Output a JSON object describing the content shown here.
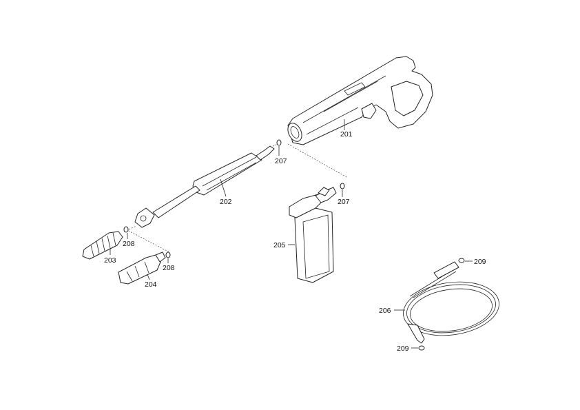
{
  "labels": {
    "l201": "201",
    "l202": "202",
    "l203": "203",
    "l204": "204",
    "l205": "205",
    "l206": "206",
    "l207a": "207",
    "l207b": "207",
    "l208a": "208",
    "l208b": "208",
    "l209a": "209",
    "l209b": "209"
  }
}
